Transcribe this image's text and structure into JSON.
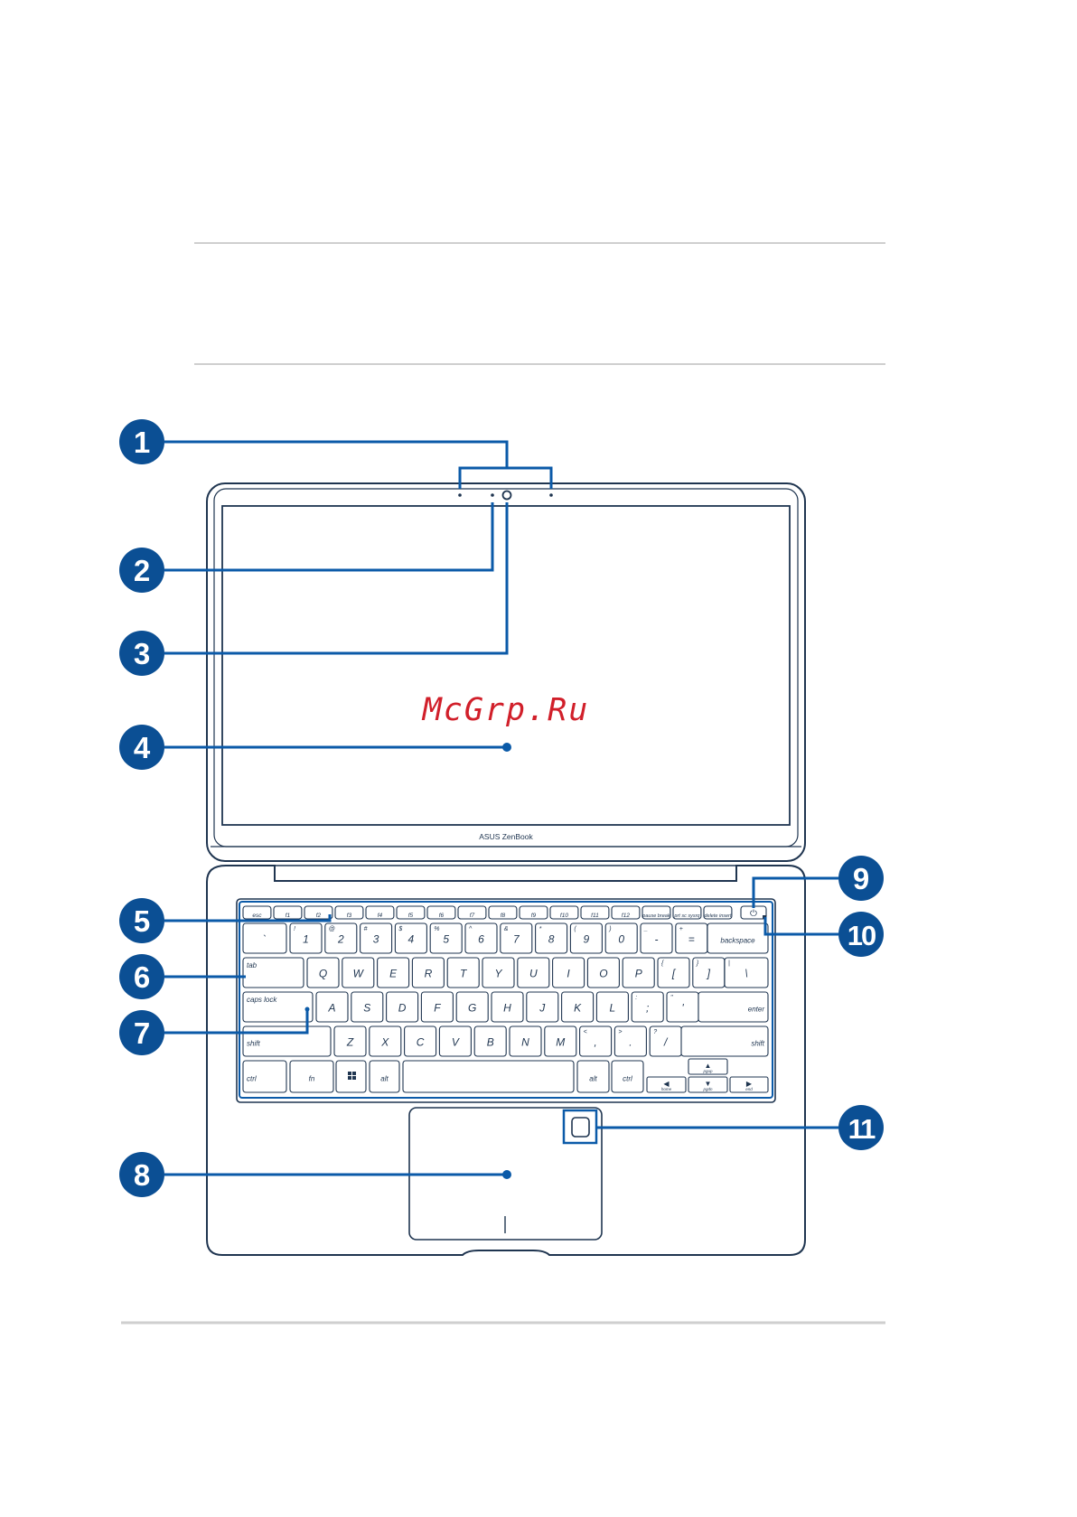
{
  "watermark": "McGrp.Ru",
  "laptop": {
    "brand": "ASUS ZenBook"
  },
  "callouts": [
    "1",
    "2",
    "3",
    "4",
    "5",
    "6",
    "7",
    "8",
    "9",
    "10",
    "11"
  ],
  "keyboard": {
    "function_row": [
      "esc",
      "f1",
      "f2",
      "f3",
      "f4",
      "f5",
      "f6",
      "f7",
      "f8",
      "f9",
      "f10",
      "f11",
      "f12",
      "pause break",
      "prt sc sysrq",
      "delete insert"
    ],
    "number_row": [
      "`",
      "1",
      "2",
      "3",
      "4",
      "5",
      "6",
      "7",
      "8",
      "9",
      "0",
      "-",
      "=",
      "backspace"
    ],
    "number_row_shift": [
      "~",
      "!",
      "@",
      "#",
      "$",
      "%",
      "^",
      "&",
      "*",
      "(",
      ")",
      "_",
      "+"
    ],
    "top_row": [
      "tab",
      "Q",
      "W",
      "E",
      "R",
      "T",
      "Y",
      "U",
      "I",
      "O",
      "P",
      "[",
      "]",
      "\\"
    ],
    "top_row_shift": [
      "{",
      "}",
      "|"
    ],
    "home_row": [
      "caps lock",
      "A",
      "S",
      "D",
      "F",
      "G",
      "H",
      "J",
      "K",
      "L",
      ";",
      "'",
      "enter"
    ],
    "home_row_shift": [
      ":",
      "\""
    ],
    "bottom_row": [
      "shift",
      "Z",
      "X",
      "C",
      "V",
      "B",
      "N",
      "M",
      ",",
      ".",
      "/",
      "shift"
    ],
    "bottom_row_shift": [
      "<",
      ">",
      "?"
    ],
    "space_row": [
      "ctrl",
      "fn",
      "",
      "alt",
      "",
      "alt",
      "ctrl"
    ],
    "arrow_labels": [
      "pgup",
      "home",
      "pgdn",
      "end"
    ]
  },
  "colors": {
    "callout_blue": "#0b4f94",
    "leader_blue": "#0b5aa8",
    "outline": "#1f3550",
    "watermark_red": "#d11f2a",
    "rule_gray": "#bfbfbf"
  }
}
